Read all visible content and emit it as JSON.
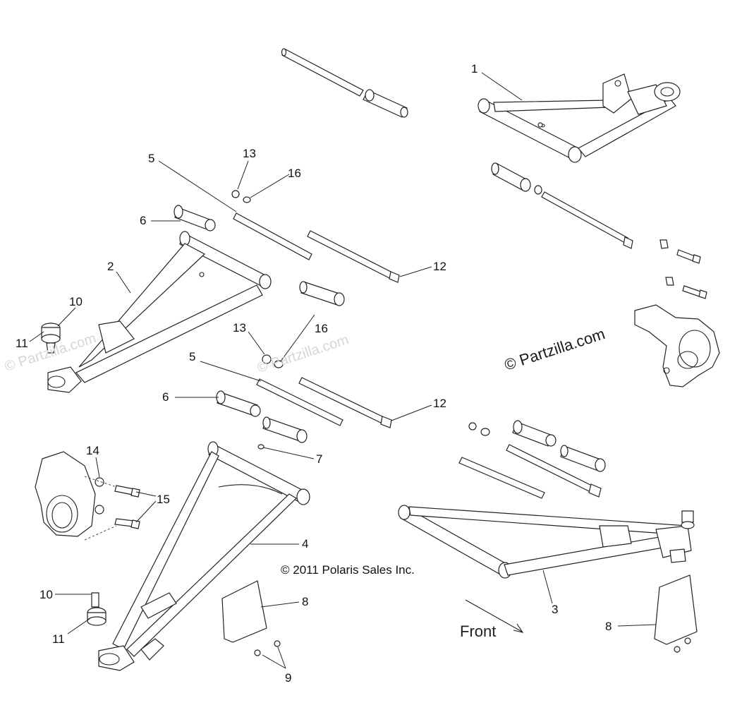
{
  "copyright": "© 2011 Polaris Sales Inc.",
  "watermark": "© Partzilla.com",
  "direction_label": "Front",
  "callouts": {
    "c1": "1",
    "c2": "2",
    "c3": "3",
    "c4": "4",
    "c5a": "5",
    "c5b": "5",
    "c6a": "6",
    "c6b": "6",
    "c7": "7",
    "c8a": "8",
    "c8b": "8",
    "c9": "9",
    "c10a": "10",
    "c10b": "10",
    "c11a": "11",
    "c11b": "11",
    "c12a": "12",
    "c12b": "12",
    "c13a": "13",
    "c13b": "13",
    "c14": "14",
    "c15": "15",
    "c16a": "16",
    "c16b": "16"
  }
}
